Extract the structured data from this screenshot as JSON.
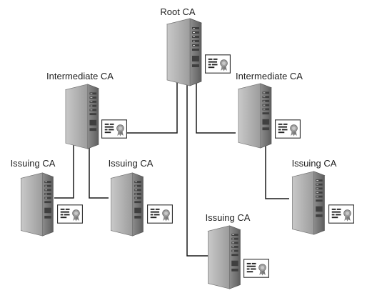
{
  "labels": {
    "root": "Root CA",
    "intermediate_left": "Intermediate CA",
    "intermediate_right": "Intermediate CA",
    "issuing_1": "Issuing CA",
    "issuing_2": "Issuing CA",
    "issuing_3": "Issuing CA",
    "issuing_4": "Issuing CA"
  },
  "colors": {
    "server_front": "#bfbfbf",
    "server_side": "#7a7a7a",
    "server_top": "#d9d9d9",
    "line": "#1a1a1a",
    "cert_seal": "#9a9a9a"
  },
  "icons": {
    "server": "server-icon",
    "certificate": "certificate-icon"
  }
}
